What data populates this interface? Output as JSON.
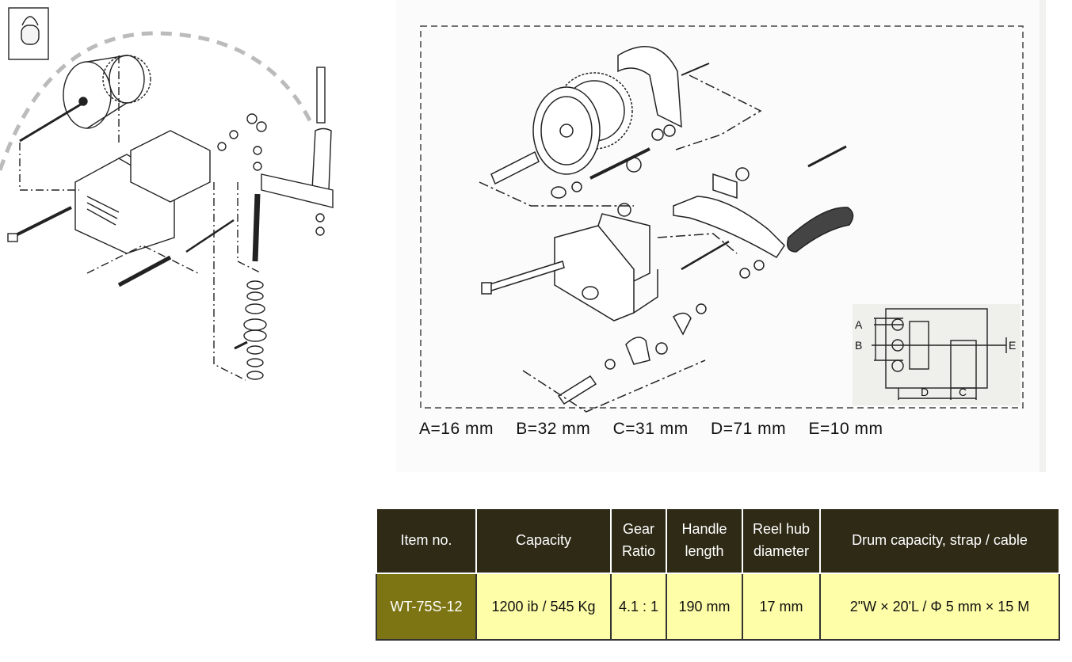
{
  "diagram_labels": {
    "a": "A",
    "b": "B",
    "c": "C",
    "d": "D",
    "e": "E"
  },
  "dimensions": {
    "a": "A=16 mm",
    "b": "B=32 mm",
    "c": "C=31 mm",
    "d": "D=71 mm",
    "e": "E=10 mm"
  },
  "table": {
    "headers": {
      "item_no": "Item no.",
      "capacity": "Capacity",
      "gear": "Gear",
      "ratio": "Ratio",
      "handle": "Handle",
      "length": "length",
      "reel_hub": "Reel hub",
      "diameter": "diameter",
      "drum": "Drum capacity, strap / cable"
    },
    "row": {
      "item_no": "WT-75S-12",
      "capacity": "1200 ib / 545 Kg",
      "gear_ratio": "4.1 : 1",
      "handle_length": "190 mm",
      "reel_hub_diameter": "17 mm",
      "drum_capacity": "2\"W × 20'L / Φ 5 mm × 15 M"
    }
  },
  "colors": {
    "header_bg": "#2e2a16",
    "item_cell_bg": "#7d7514",
    "row_bg": "#fefea8"
  }
}
